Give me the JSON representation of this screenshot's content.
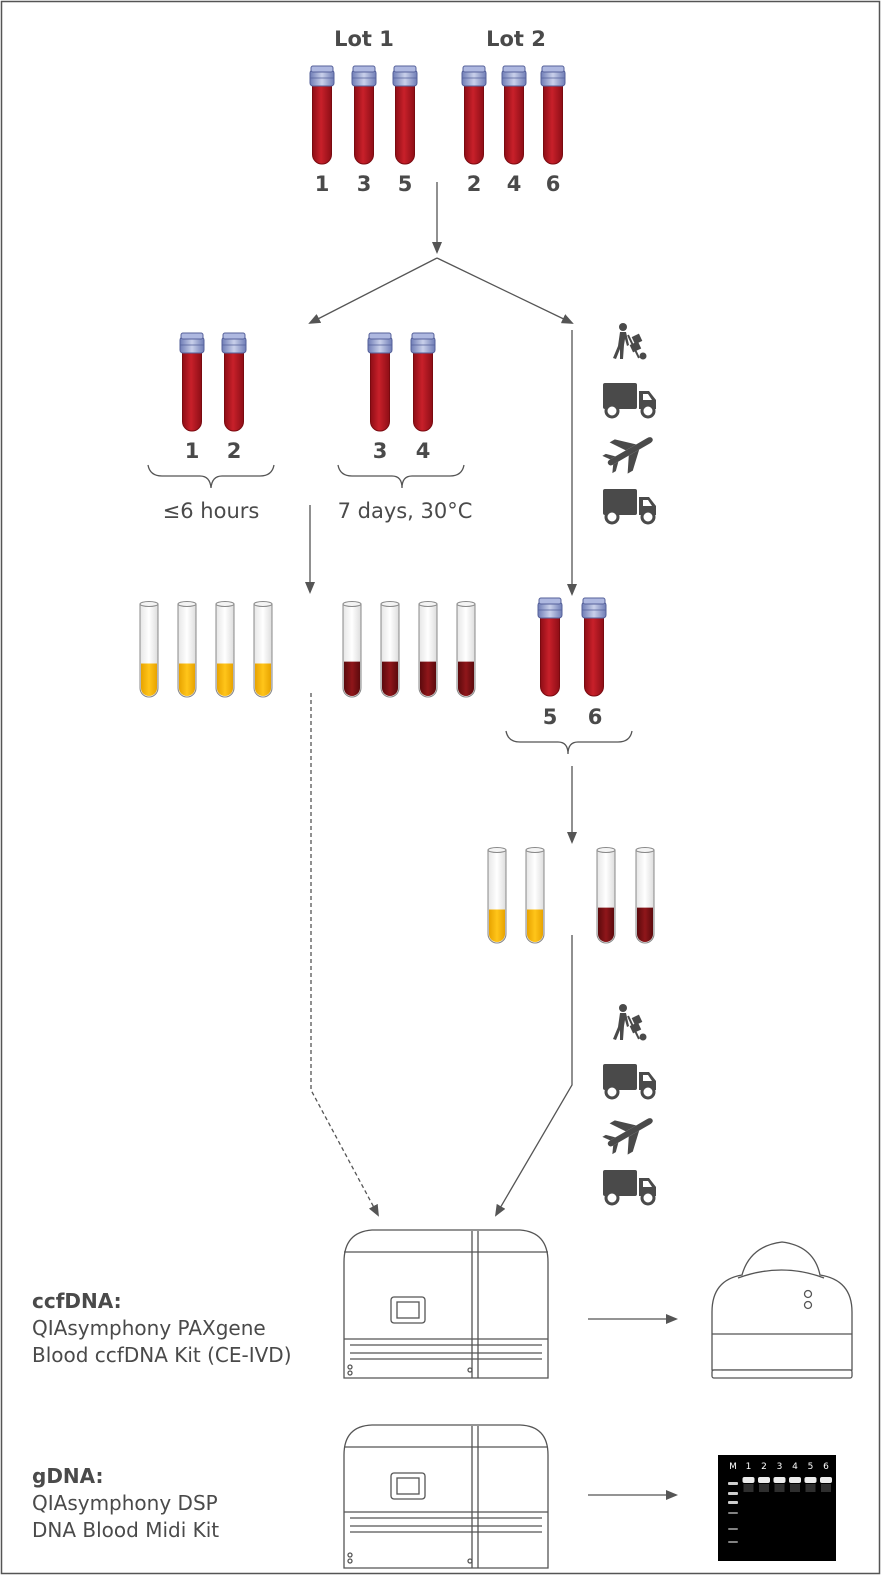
{
  "lots": [
    {
      "label": "Lot 1",
      "tubes": [
        "1",
        "3",
        "5"
      ]
    },
    {
      "label": "Lot 2",
      "tubes": [
        "2",
        "4",
        "6"
      ]
    }
  ],
  "branch_left": {
    "tubes": [
      "1",
      "2"
    ],
    "condition": "≤6 hours"
  },
  "branch_middle": {
    "tubes": [
      "3",
      "4"
    ],
    "condition": "7 days, 30°C"
  },
  "branch_shipped": {
    "tubes": [
      "5",
      "6"
    ]
  },
  "transport_icons": [
    "person-with-hand-truck-icon",
    "truck-icon",
    "airplane-icon",
    "truck-icon"
  ],
  "extraction": [
    {
      "heading": "ccfDNA:",
      "lines": [
        "QIAsymphony PAXgene",
        "Blood ccfDNA Kit (CE-IVD)"
      ],
      "output": "sequencer-device-icon"
    },
    {
      "heading": "gDNA:",
      "lines": [
        "QIAsymphony DSP",
        "DNA Blood Midi Kit"
      ],
      "output": "agarose-gel-image"
    }
  ],
  "gel_lanes": [
    "M",
    "1",
    "2",
    "3",
    "4",
    "5",
    "6"
  ],
  "colors": {
    "blood": "#b8141f",
    "tube_cap": "#8a96c8",
    "plasma": "#f4b400",
    "pellet": "#7a0f12",
    "stroke": "#555555",
    "text": "#4a4a4a"
  }
}
